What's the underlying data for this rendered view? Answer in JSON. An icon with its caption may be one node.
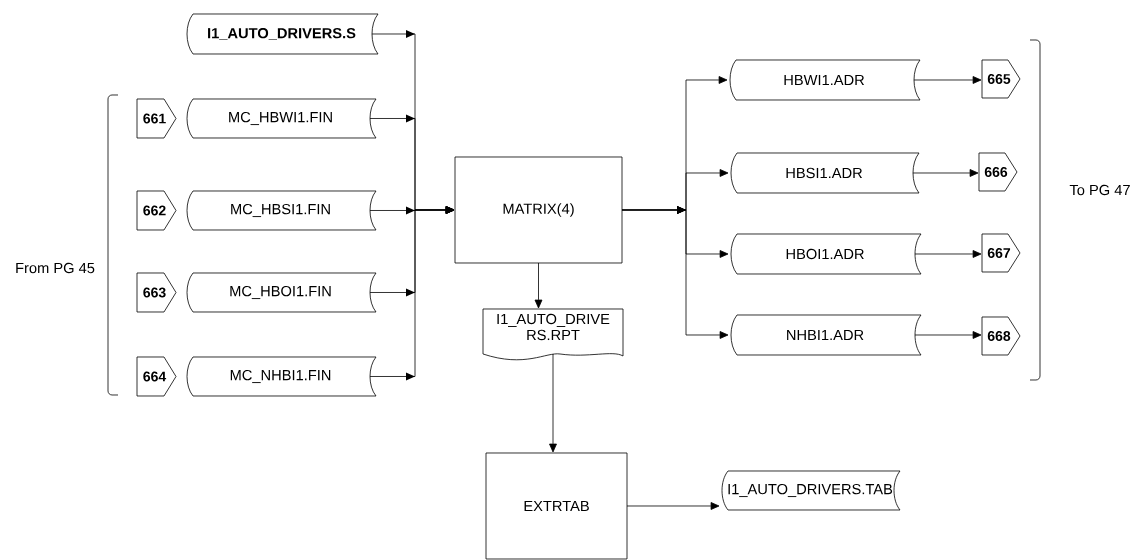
{
  "diagram": {
    "nodes": [
      {
        "text": [
          "I1_AUTO_DRIVERS.S"
        ]
      },
      {
        "text": [
          "661"
        ]
      },
      {
        "text": [
          "MC_HBWI1.FIN"
        ]
      },
      {
        "text": [
          "662"
        ]
      },
      {
        "text": [
          "MC_HBSI1.FIN"
        ]
      },
      {
        "text": [
          "663"
        ]
      },
      {
        "text": [
          "MC_HBOI1.FIN"
        ]
      },
      {
        "text": [
          "664"
        ]
      },
      {
        "text": [
          "MC_NHBI1.FIN"
        ]
      },
      {
        "text": [
          "MATRIX(4)"
        ]
      },
      {
        "text": [
          "I1_AUTO_DRIVE RS.RPT"
        ]
      },
      {
        "text": [
          "EXTRTAB"
        ]
      },
      {
        "text": [
          "I1_AUTO_DRIVERS.TAB"
        ]
      },
      {
        "text": [
          "HBWI1.ADR"
        ]
      },
      {
        "text": [
          "665"
        ]
      },
      {
        "text": [
          "HBSI1.ADR"
        ]
      },
      {
        "text": [
          "666"
        ]
      },
      {
        "text": [
          "HBOI1.ADR"
        ]
      },
      {
        "text": [
          "667"
        ]
      },
      {
        "text": [
          "NHBI1.ADR"
        ]
      },
      {
        "text": [
          "668"
        ]
      }
    ],
    "edges": [
      {
        "from": 0,
        "to": 9,
        "arrow": "to"
      },
      {
        "from": 2,
        "to": 9,
        "arrow": "to"
      },
      {
        "from": 4,
        "to": 9,
        "arrow": "to"
      },
      {
        "from": 6,
        "to": 9,
        "arrow": "to"
      },
      {
        "from": 8,
        "to": 9,
        "arrow": "to"
      },
      {
        "from": 9,
        "to": 13,
        "arrow": "to"
      },
      {
        "from": 9,
        "to": 15,
        "arrow": "to"
      },
      {
        "from": 9,
        "to": 17,
        "arrow": "to"
      },
      {
        "from": 9,
        "to": 19,
        "arrow": "to"
      },
      {
        "from": 13,
        "to": 14,
        "arrow": "to"
      },
      {
        "from": 15,
        "to": 16,
        "arrow": "to"
      },
      {
        "from": 17,
        "to": 18,
        "arrow": "to"
      },
      {
        "from": 19,
        "to": 20,
        "arrow": "to"
      },
      {
        "from": 9,
        "to": 10,
        "arrow": "to"
      },
      {
        "from": 10,
        "to": 11,
        "arrow": "to"
      },
      {
        "from": 11,
        "to": 12,
        "arrow": "to"
      }
    ],
    "labels": [
      "From PG 45",
      "To PG 47"
    ]
  }
}
